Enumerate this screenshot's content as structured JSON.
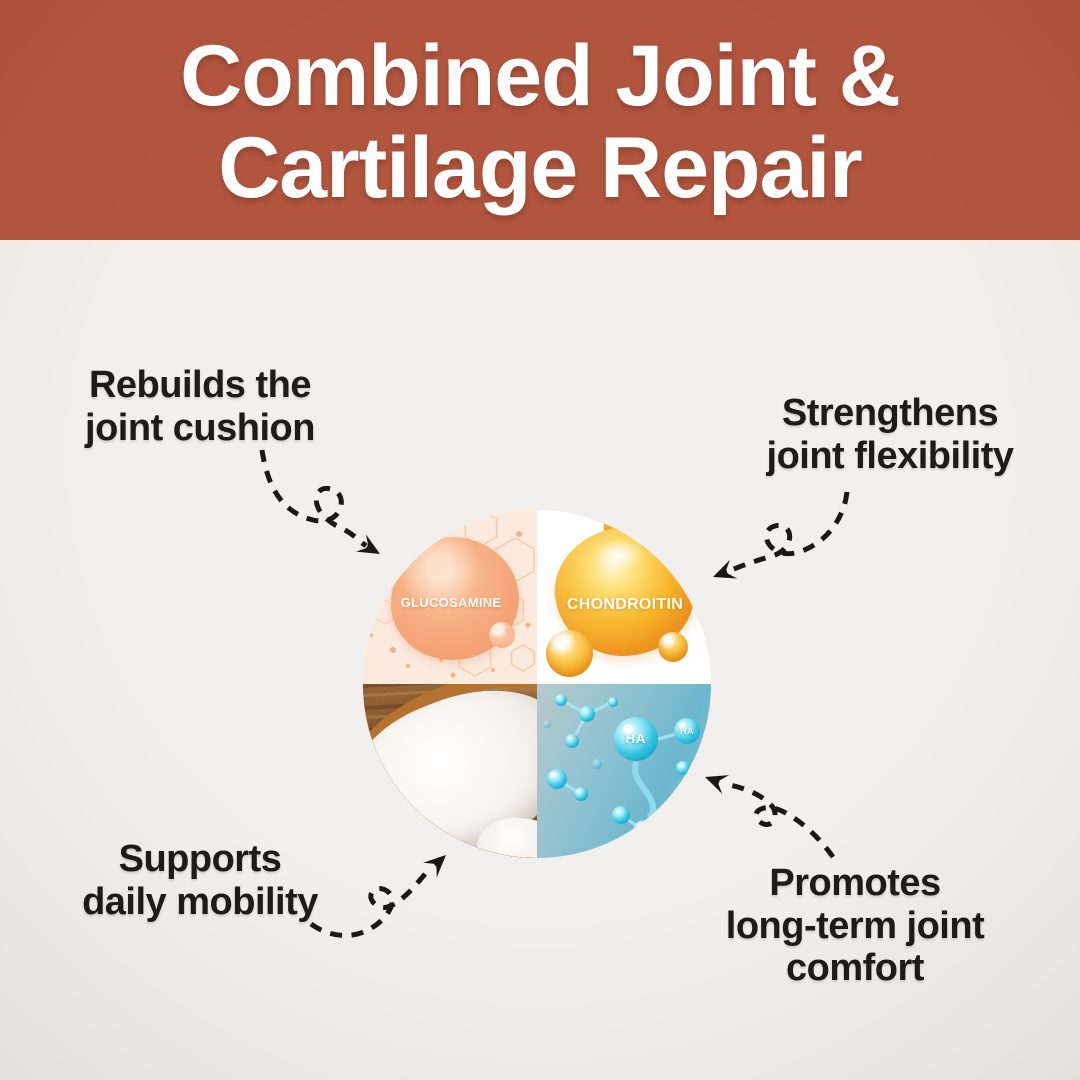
{
  "poster": {
    "title": {
      "line1": "Combined Joint &",
      "line2": "Cartilage Repair"
    },
    "callouts": {
      "top_left": {
        "line1": "Rebuilds the",
        "line2": "joint cushion"
      },
      "top_right": {
        "line1": "Strengthens",
        "line2": "joint flexibility"
      },
      "bottom_left": {
        "line1": "Supports",
        "line2": "daily mobility"
      },
      "bottom_right": {
        "line1": "Promotes",
        "line2": "long-term joint",
        "line3": "comfort"
      }
    },
    "wheel": {
      "glucosamine_label": "GLUCOSAMINE",
      "chondroitin_label": "CHONDROITIN",
      "ha_label_primary": "HA",
      "ha_label_secondary": "HA",
      "photo_quadrants": [
        "glucosamine-blob-illustration",
        "chondroitin-droplet-illustration",
        "wooden-spoon-white-powder-photo",
        "ha-molecule-3d-illustration"
      ]
    },
    "colors": {
      "header_background": "#b2553e",
      "page_background": "#f1f0ee",
      "divider_strip": "#f8eee6",
      "headline_text": "#ffffff",
      "callout_text": "#1e1c1b",
      "arrow": "#191919",
      "glucosamine_bg": "#fceadd",
      "glucosamine_blob": "#f5a97c",
      "chondroitin_bg": "#ffffff",
      "chondroitin_orange": "#f5a01b",
      "powder_wood": "#8a5a2e",
      "powder_white": "#f6f3ef",
      "ha_background": "#7fbed2",
      "ha_molecule": "#2fc3e3"
    }
  }
}
